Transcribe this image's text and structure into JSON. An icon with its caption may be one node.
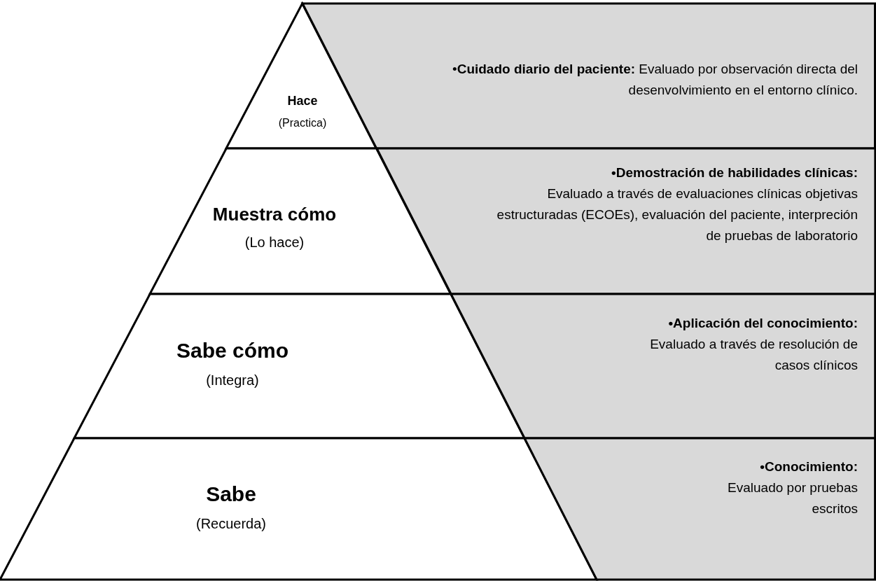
{
  "diagram": {
    "nodes": [
      {
        "text": [
          "Hace",
          "(Practica)"
        ]
      },
      {
        "text": [
          "•**Cuidado diario del paciente:** Evaluado por observación directa del desenvolvimiento en el entorno clínico."
        ]
      },
      {
        "text": [
          "Muestra cómo",
          "(Lo hace)"
        ]
      },
      {
        "text": [
          "•Demostración de habilidades clínicas:",
          "Evaluado a través de evaluaciones clínicas objetivas estructuradas (ECOEs), evaluación del paciente, interpreción de pruebas de laboratorio"
        ]
      },
      {
        "text": [
          "Sabe cómo",
          "(Integra)"
        ]
      },
      {
        "text": [
          "•Aplicación del conocimiento:",
          "Evaluado a través de resolución de casos clínicos"
        ]
      },
      {
        "text": [
          "Sabe",
          "(Recuerda)"
        ]
      },
      {
        "text": [
          "•Conocimiento:",
          "Evaluado por pruebas escritos"
        ]
      }
    ]
  }
}
